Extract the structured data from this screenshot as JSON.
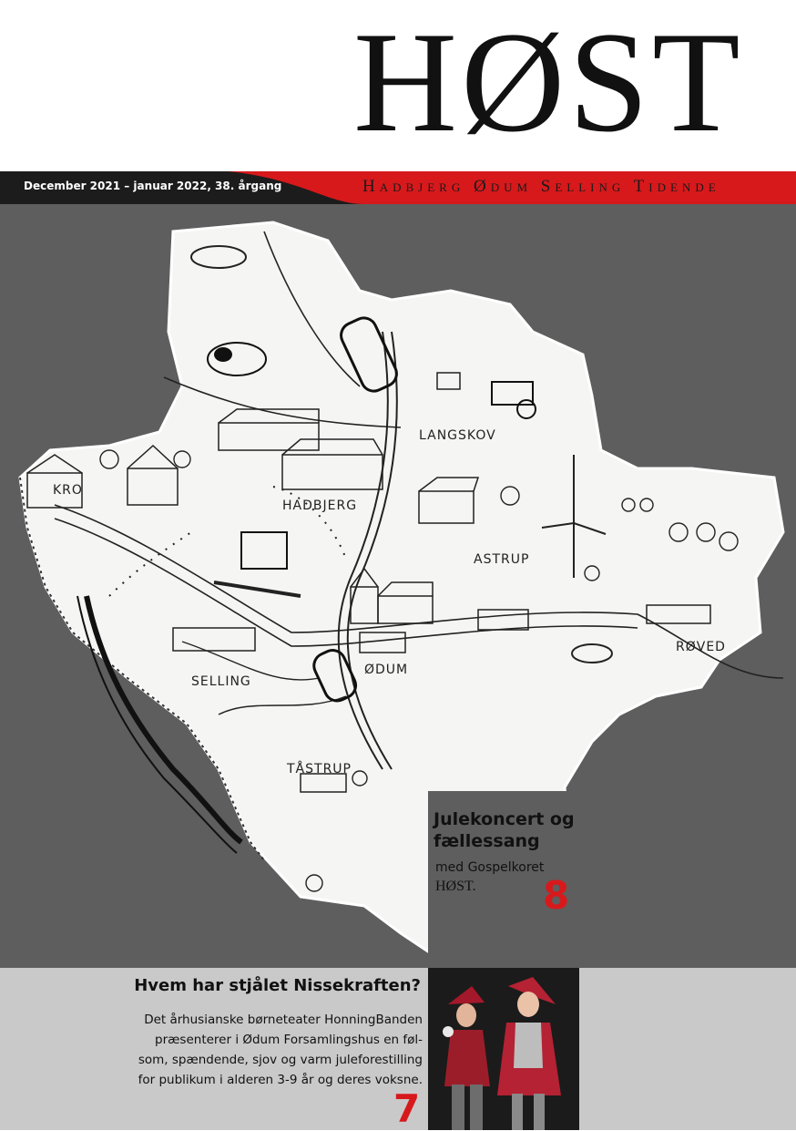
{
  "masthead": {
    "logo": "HØST",
    "dateline": "December 2021 – januar 2022, 38. årgang",
    "tagline": "Hadbjerg Ødum Selling Tidende"
  },
  "map": {
    "places": [
      "KRO",
      "HADBJERG",
      "LANGSKOV",
      "ASTRUP",
      "SELLING",
      "ØDUM",
      "RØVED",
      "TÅSTRUP"
    ]
  },
  "promo_concert": {
    "title_line1": "Julekoncert og",
    "title_line2": "fællessang",
    "subtitle": "med Gospelkoret",
    "subtitle_logo": "HØST.",
    "page_number": "8"
  },
  "promo_theatre": {
    "title": "Hvem har stjålet Nissekraften?",
    "body_lines": [
      "Det århusianske børneteater HonningBanden",
      "præsenterer i Ødum Forsamlingshus en føl-",
      "som, spændende, sjov og varm juleforestilling",
      "for publikum i alderen 3-9 år og deres voksne."
    ],
    "page_number": "7"
  },
  "colors": {
    "accent_red": "#d7191c",
    "band_dark": "#1c1c1c",
    "map_background": "#5e5e5e",
    "bottom_band": "#c9c9c9"
  }
}
